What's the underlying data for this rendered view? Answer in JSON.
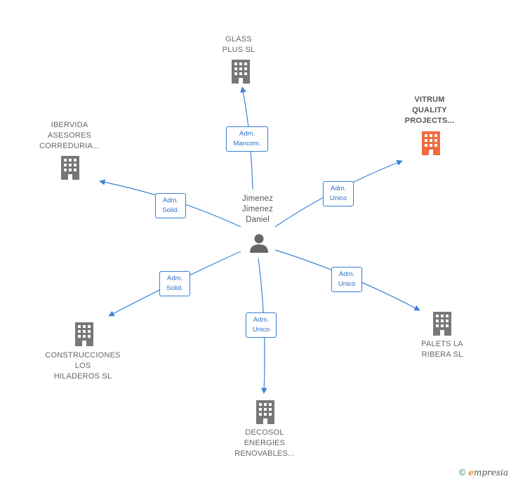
{
  "center": {
    "name": "Jimenez\nJimenez\nDaniel"
  },
  "companies": [
    {
      "id": "glass",
      "name": "GLASS\nPLUS  SL",
      "relation": "Adm.\nMancom.",
      "highlight": false
    },
    {
      "id": "vitrum",
      "name": "VITRUM\nQUALITY\nPROJECTS...",
      "relation": "Adm.\nUnico",
      "highlight": true
    },
    {
      "id": "ibervida",
      "name": "IBERVIDA\nASESORES\nCORREDURIA...",
      "relation": "Adm.\nSolid.",
      "highlight": false
    },
    {
      "id": "construcciones",
      "name": "CONSTRUCCIONES\nLOS\nHILADEROS  SL",
      "relation": "Adm.\nSolid.",
      "highlight": false
    },
    {
      "id": "decosol",
      "name": "DECOSOL\nENERGIES\nRENOVABLES...",
      "relation": "Adm.\nUnico",
      "highlight": false
    },
    {
      "id": "palets",
      "name": "PALETS LA\nRIBERA  SL",
      "relation": "Adm.\nUnico",
      "highlight": false
    }
  ],
  "colors": {
    "edge": "#3b82d6",
    "building": "#777777",
    "building_highlight": "#f26a3d",
    "person": "#666666"
  },
  "footer": {
    "copyright": "©",
    "brand_initial": "e",
    "brand_rest": "mpresia"
  }
}
